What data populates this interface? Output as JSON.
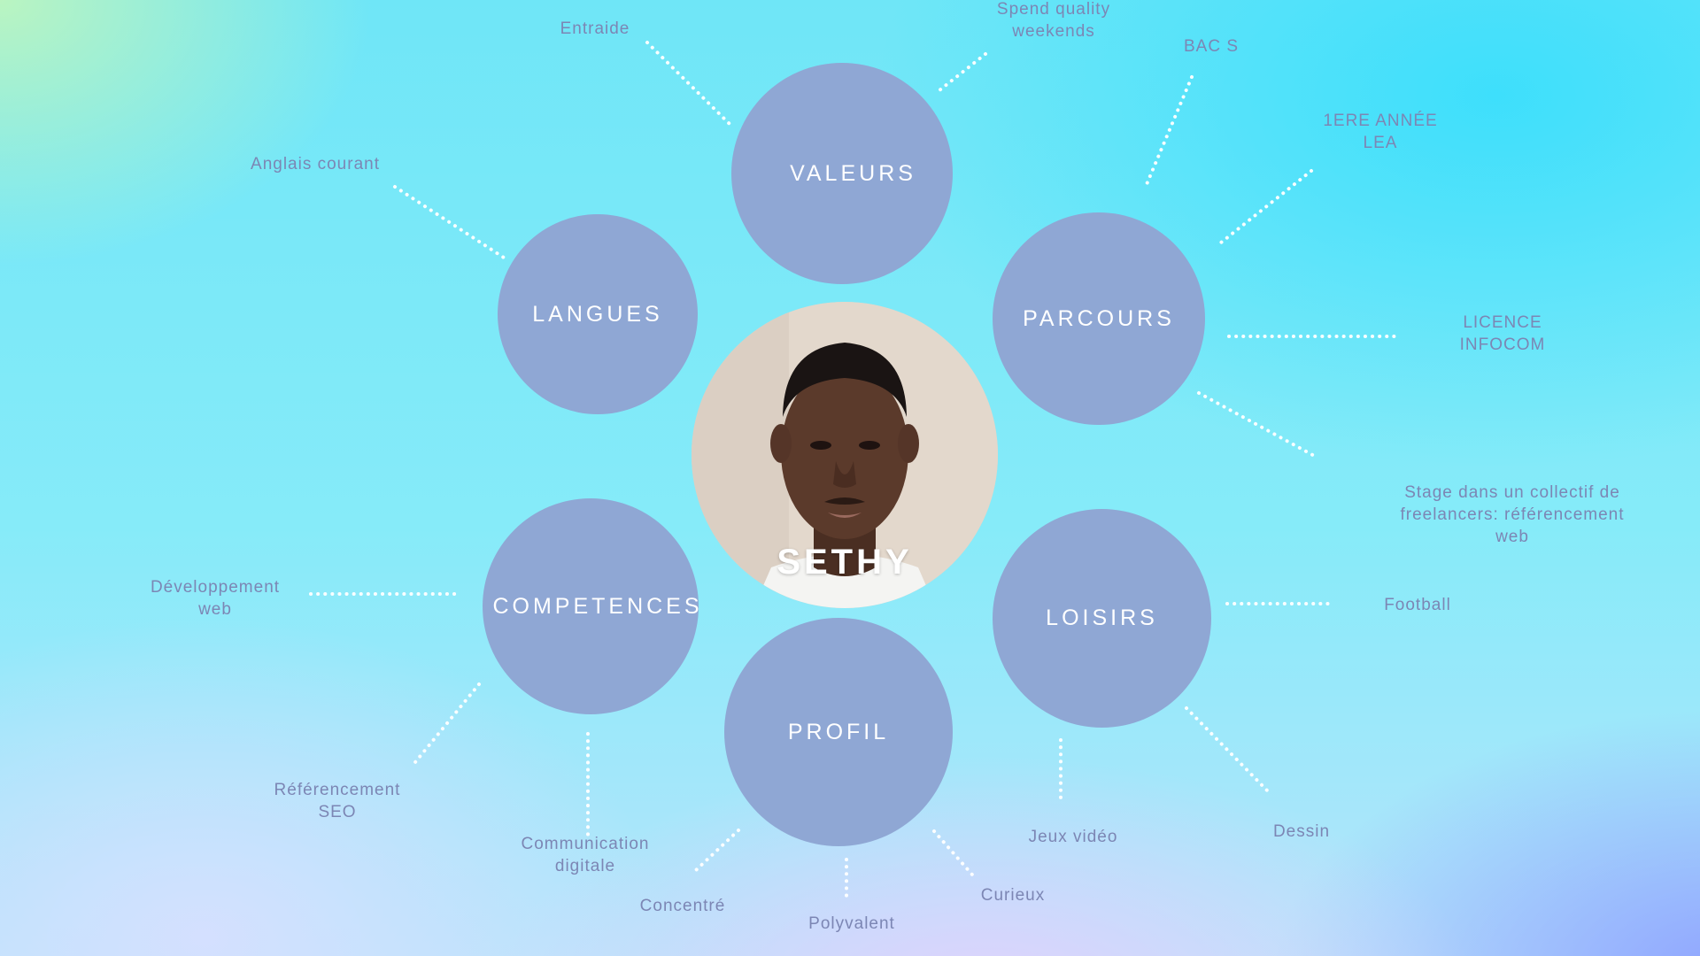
{
  "center": {
    "name": "SETHY",
    "image": "portrait-photo"
  },
  "categories": {
    "valeurs": "VALEURS",
    "langues": "LANGUES",
    "parcours": "PARCOURS",
    "competences": "COMPETENCES",
    "loisirs": "LOISIRS",
    "profil": "PROFIL"
  },
  "leaves": {
    "entraide": "Entraide",
    "spend_quality": "Spend quality\nweekends",
    "bac_s": "BAC S",
    "premiere_annee": "1ERE ANNÉE\nLEA",
    "licence": "LICENCE\nINFOCOM",
    "stage": "Stage dans un collectif de\nfreelancers: référencement\nweb",
    "anglais": "Anglais courant",
    "dev_web": "Développement\nweb",
    "seo": "Référencement\nSEO",
    "communication": "Communication\ndigitale",
    "concentre": "Concentré",
    "polyvalent": "Polyvalent",
    "curieux": "Curieux",
    "jeux_video": "Jeux vidéo",
    "dessin": "Dessin",
    "football": "Football"
  },
  "colors": {
    "bubble": "#8fa7d4",
    "leaf_text": "#7c86b4",
    "connector": "#ffffff"
  }
}
